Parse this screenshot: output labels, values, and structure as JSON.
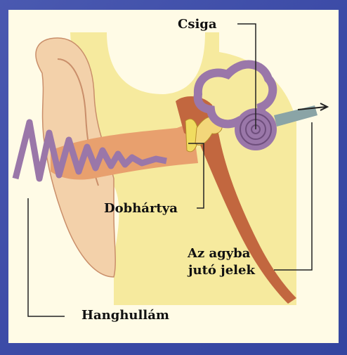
{
  "labels": {
    "csiga": "Csiga",
    "dobhartya": "Dobhártya",
    "agyba_line1": "Az agyba",
    "agyba_line2": "jutó jelek",
    "hanghullam": "Hanghullám"
  },
  "colors": {
    "background_frame": "#3b4aa6",
    "panel": "#fffbe6",
    "head_yellow": "#f6ea9e",
    "skin": "#f3d1aa",
    "canal": "#e8a06e",
    "bone_brown": "#c2673f",
    "cochlea_purple": "#9a77a9",
    "nerve": "#8aa4a6"
  }
}
